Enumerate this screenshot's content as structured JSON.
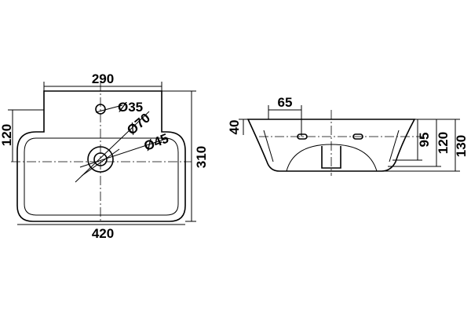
{
  "top_view": {
    "width_top": "290",
    "hole_diameter": "Ø35",
    "bowl_diameter": "Ø70",
    "drain_diameter": "Ø45",
    "height_left": "120",
    "depth_right": "310",
    "width_bottom": "420"
  },
  "side_view": {
    "offset_top": "65",
    "rim_height": "40",
    "dim_95": "95",
    "dim_120": "120",
    "dim_130": "130"
  }
}
